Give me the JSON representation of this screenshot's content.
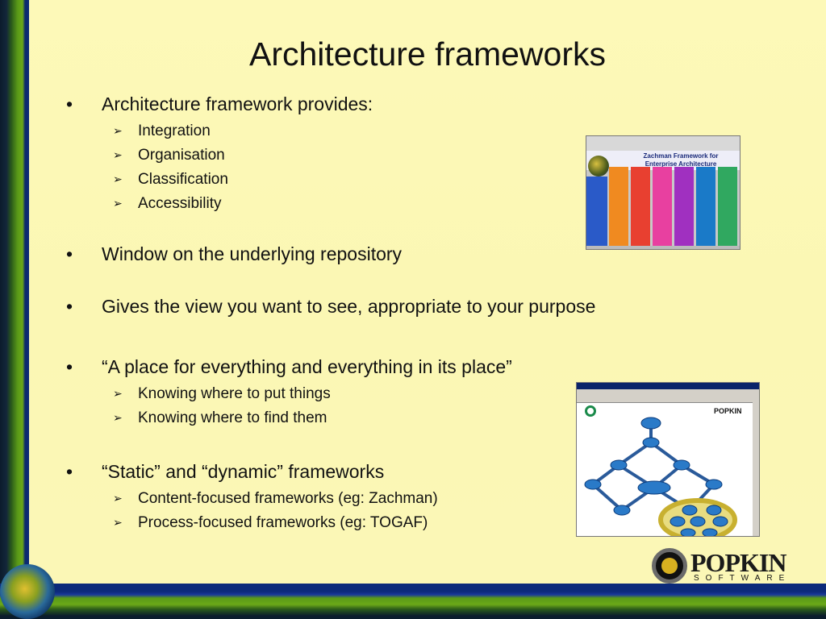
{
  "slide": {
    "title": "Architecture frameworks",
    "bullets": [
      {
        "text": "Architecture framework provides:",
        "subs": [
          "Integration",
          "Organisation",
          "Classification",
          "Accessibility"
        ]
      },
      {
        "text": "Window on the underlying repository"
      },
      {
        "text": "Gives the view you want to see, appropriate to your purpose"
      },
      {
        "text": "“A place for everything and everything in its place”",
        "subs": [
          "Knowing where to put things",
          "Knowing where to find them"
        ]
      },
      {
        "text": "“Static” and “dynamic” frameworks",
        "subs": [
          "Content-focused frameworks (eg: Zachman)",
          "Process-focused frameworks (eg: TOGAF)"
        ]
      }
    ]
  },
  "zachman_image": {
    "title_line1": "Zachman Framework for",
    "title_line2": "Enterprise Architecture",
    "column_colors": [
      "#f08a20",
      "#e84030",
      "#e840a0",
      "#a030c0",
      "#1a7ac8",
      "#30a860"
    ]
  },
  "togaf_image": {
    "brand": "POPKIN"
  },
  "logo": {
    "name": "POPKIN",
    "tagline": "SOFTWARE"
  },
  "icons": {
    "bullet": "•",
    "arrow": "➢"
  },
  "colors": {
    "background": "#fbf7b4",
    "blue_band": "#0c2a7a",
    "green_band": "#6aa818"
  }
}
